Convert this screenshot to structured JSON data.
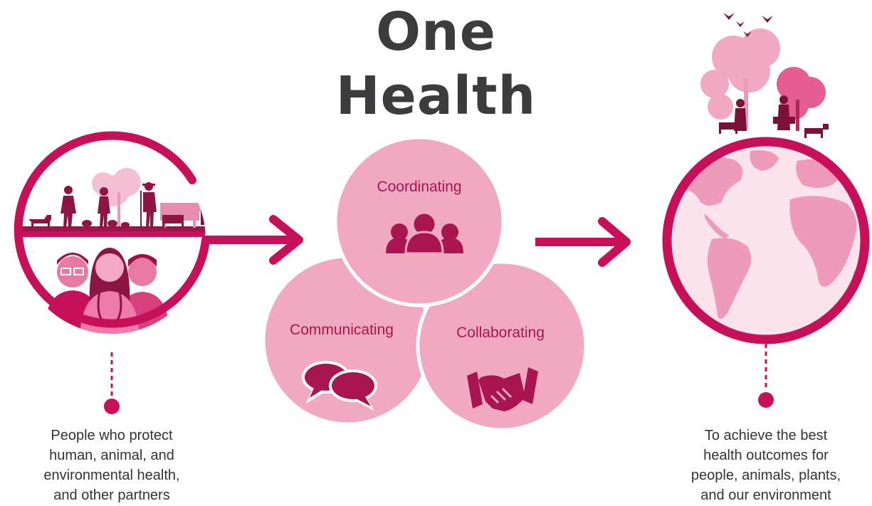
{
  "title": {
    "line1": "One",
    "line2": "Health"
  },
  "circles": {
    "coordinating": {
      "label": "Coordinating",
      "icon": "people-group-icon"
    },
    "communicating": {
      "label": "Communicating",
      "icon": "speech-bubbles-icon"
    },
    "collaborating": {
      "label": "Collaborating",
      "icon": "handshake-icon"
    }
  },
  "left_caption": {
    "lines": [
      "People who protect",
      "human, animal, and",
      "environmental health,",
      "and other partners"
    ]
  },
  "right_caption": {
    "lines": [
      "To achieve the best",
      "health outcomes for",
      "people, animals, plants,",
      "and our environment"
    ]
  },
  "colors": {
    "magenta": "#c8105a",
    "dark_magenta": "#a01048",
    "light_pink": "#f1a9c2",
    "pale_pink": "#f7c9d9",
    "title": "#3c3b3d"
  }
}
